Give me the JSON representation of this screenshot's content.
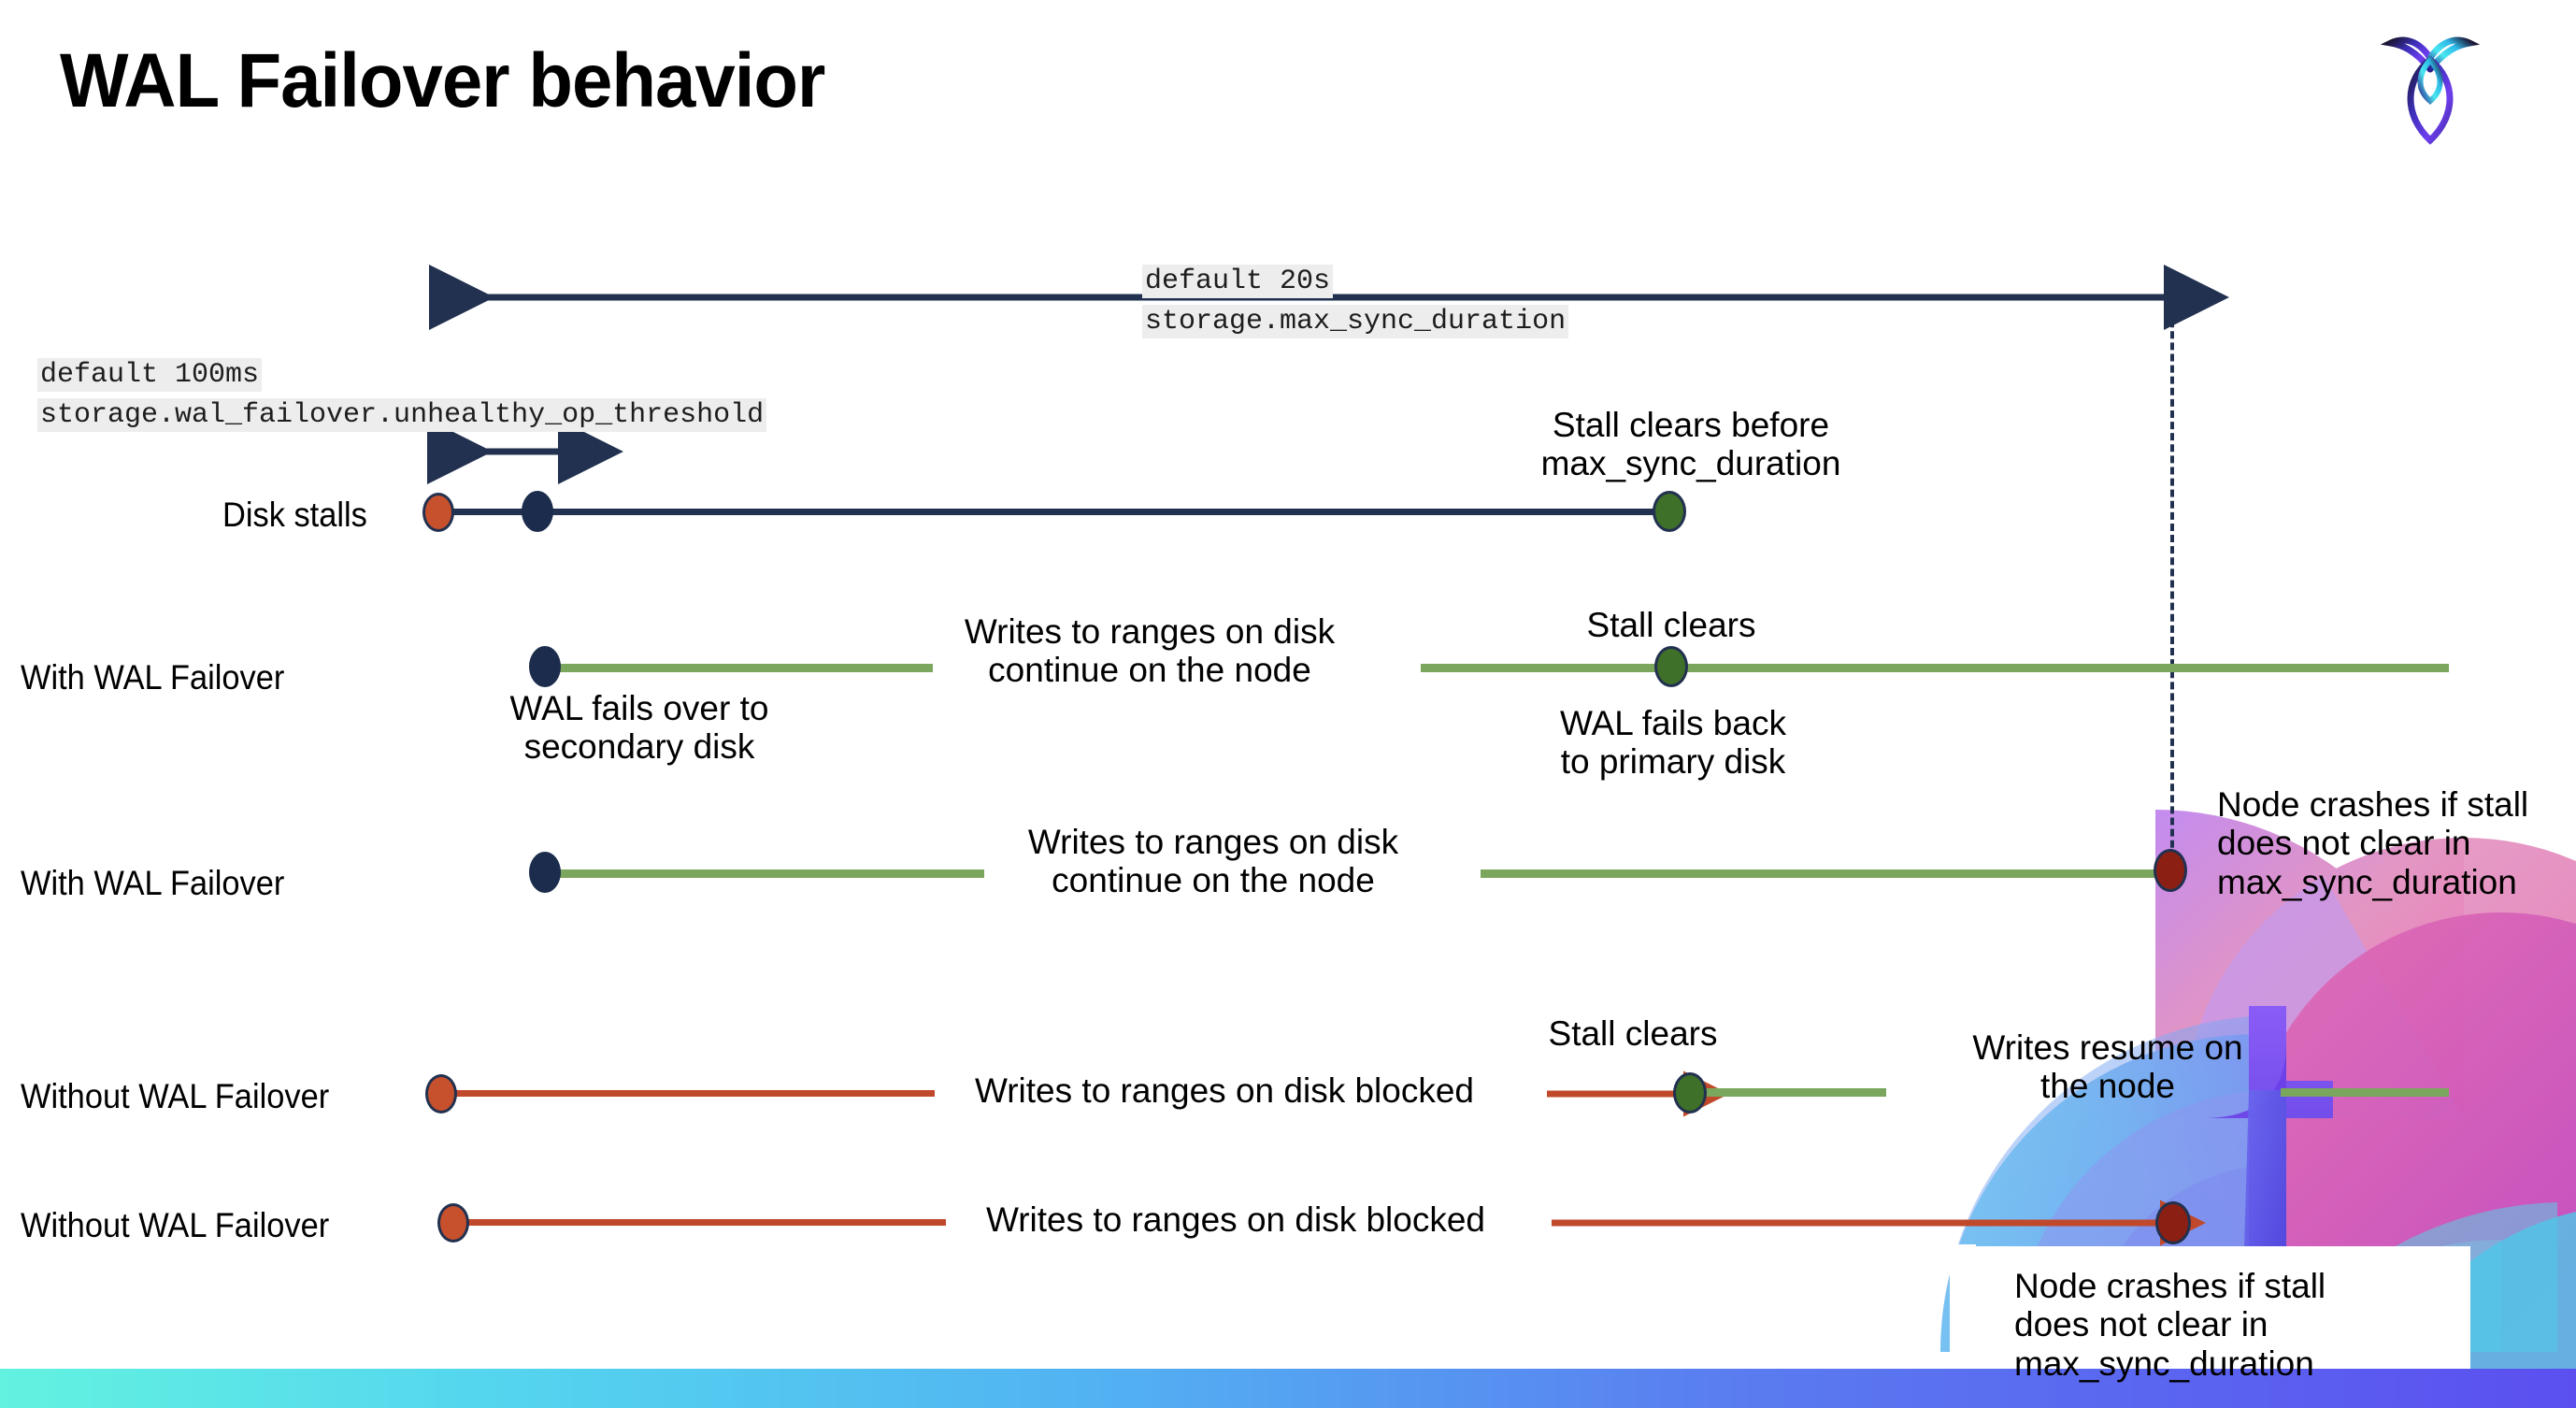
{
  "slide": {
    "title": "WAL Failover behavior",
    "logo_name": "cockroach-labs-logo"
  },
  "colors": {
    "navy": "#22314f",
    "green_line": "#7aa75d",
    "red_line": "#c0492b",
    "dot_orange": "#c8512d",
    "dot_green": "#3f7029",
    "dot_darkred": "#8c1f13",
    "dot_navy": "#1c2c4c",
    "code_bg": "#ededed",
    "band_start": "#63f2e0",
    "band_end": "#5b4ff0"
  },
  "settings": {
    "max_sync_duration": {
      "default_label": "default 20s",
      "name_label": "storage.max_sync_duration"
    },
    "unhealthy_op_threshold": {
      "default_label": "default 100ms",
      "name_label": "storage.wal_failover.unhealthy_op_threshold"
    }
  },
  "rows": [
    {
      "id": "disk-stalls",
      "label": "Disk stalls",
      "annotations": [
        "Stall clears before\nmax_sync_duration"
      ]
    },
    {
      "id": "with-wal-failover-recovers",
      "label": "With WAL Failover",
      "annotations": [
        "WAL fails over to\nsecondary disk",
        "Writes to ranges on disk\ncontinue on the node",
        "Stall clears",
        "WAL fails  back\nto primary disk"
      ]
    },
    {
      "id": "with-wal-failover-crashes",
      "label": "With WAL Failover",
      "annotations": [
        "Writes to ranges on disk\ncontinue on the node",
        "Node crashes if stall\ndoes not clear in\nmax_sync_duration"
      ]
    },
    {
      "id": "without-wal-failover-recovers",
      "label": "Without WAL Failover",
      "annotations": [
        "Writes to ranges on disk  blocked",
        "Stall clears",
        "Writes resume on\nthe node"
      ]
    },
    {
      "id": "without-wal-failover-crashes",
      "label": "Without WAL Failover",
      "annotations": [
        "Writes to ranges on disk  blocked",
        "Node crashes if stall\ndoes not clear in\nmax_sync_duration"
      ]
    }
  ]
}
